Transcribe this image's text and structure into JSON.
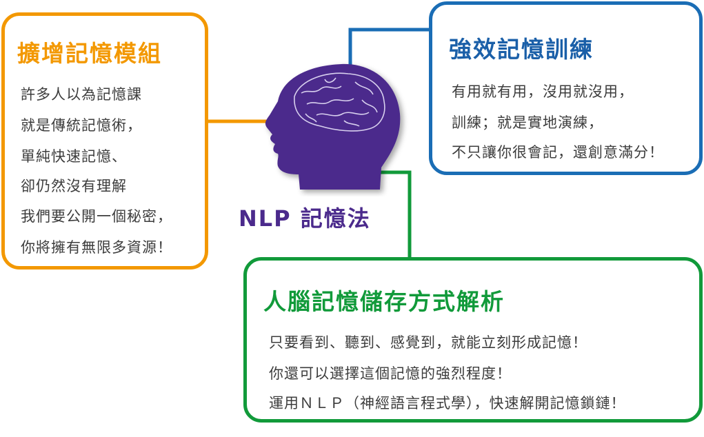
{
  "colors": {
    "orange": "#f39800",
    "blue": "#1a6db5",
    "green": "#119a3a",
    "purple": "#4b2a8c"
  },
  "center": {
    "label": "NLP  記憶法",
    "icon": "brain-head-icon"
  },
  "left_box": {
    "title": "擴增記憶模組",
    "lines": [
      "許多人以為記憶課",
      "就是傳統記憶術，",
      "單純快速記憶、",
      "卻仍然沒有理解",
      "我們要公開一個秘密，",
      "你將擁有無限多資源！"
    ]
  },
  "right_box": {
    "title": "強效記憶訓練",
    "lines": [
      "有用就有用，沒用就沒用，",
      "訓練；就是實地演練，",
      "不只讓你很會記，還創意滿分！"
    ]
  },
  "bottom_box": {
    "title": "人腦記憶儲存方式解析",
    "lines": [
      "只要看到、聽到、感覺到，就能立刻形成記憶！",
      "你還可以選擇這個記憶的強烈程度！",
      "運用ＮＬＰ（神經語言程式學），快速解開記憶鎖鏈！"
    ]
  }
}
